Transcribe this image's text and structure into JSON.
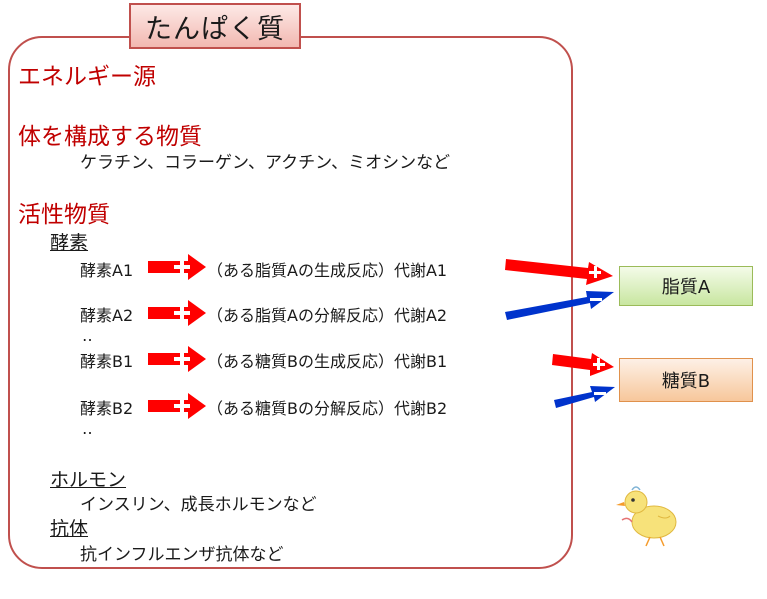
{
  "title": "たんぱく質",
  "sections": {
    "energy": "エネルギー源",
    "structure": "体を構成する物質",
    "structure_examples": "ケラチン、コラーゲン、アクチン、ミオシンなど",
    "active": "活性物質",
    "enzyme_heading": "酵素",
    "enzymes": [
      {
        "name": "酵素A1",
        "reaction": "（ある脂質Aの生成反応）代謝A1"
      },
      {
        "name": "酵素A2",
        "reaction": "（ある脂質Aの分解反応）代謝A2"
      },
      {
        "name": "酵素B1",
        "reaction": "（ある糖質Bの生成反応）代謝B1"
      },
      {
        "name": "酵素B2",
        "reaction": "（ある糖質Bの分解反応）代謝B2"
      }
    ],
    "ellipsis": "‥",
    "hormone_heading": "ホルモン",
    "hormone_examples": "インスリン、成長ホルモンなど",
    "antibody_heading": "抗体",
    "antibody_examples": "抗インフルエンザ抗体など"
  },
  "targets": {
    "lipid": "脂質A",
    "sugar": "糖質B"
  },
  "symbols": {
    "plus": "+",
    "minus": "−"
  },
  "colors": {
    "border": "#c0504d",
    "heading": "#c00000",
    "increase": "#ff0000",
    "decrease": "#0033cc"
  }
}
